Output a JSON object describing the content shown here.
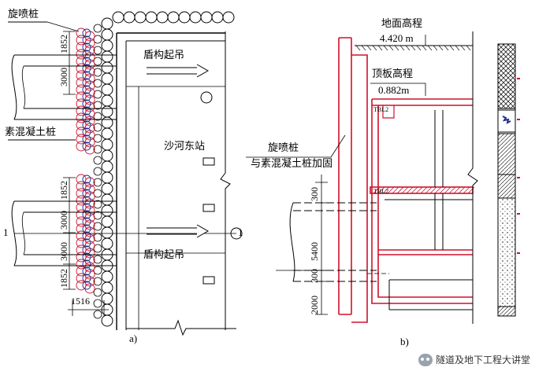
{
  "figure_a": {
    "label_jet_pile": "旋喷桩",
    "label_plain_pile": "素混凝土桩",
    "label_station": "沙河东站",
    "label_shield_top": "盾构起吊",
    "label_shield_bottom": "盾构起吊",
    "dims_upper": [
      "1852",
      "3000"
    ],
    "dims_lower": [
      "1852",
      "3000",
      "3000",
      "1852"
    ],
    "dim_width": "1516",
    "section_mark_left": "1",
    "section_mark_right": "1",
    "caption": "a)"
  },
  "figure_b": {
    "ground_label": "地面高程",
    "ground_value": "4.420 m",
    "roof_label": "顶板高程",
    "roof_value": "0.882m",
    "tbl_top": "TBL2",
    "tbl_mid": "TBL2",
    "reinforce_line1": "旋喷桩",
    "reinforce_line2": "与素混凝土桩加固",
    "dims": [
      "300",
      "5400",
      "300",
      "2000"
    ],
    "caption": "b)"
  },
  "watermark": "隧道及地下工程大讲堂",
  "colors": {
    "red": "#d0112b",
    "blue": "#1f2f8f",
    "black": "#000000"
  }
}
